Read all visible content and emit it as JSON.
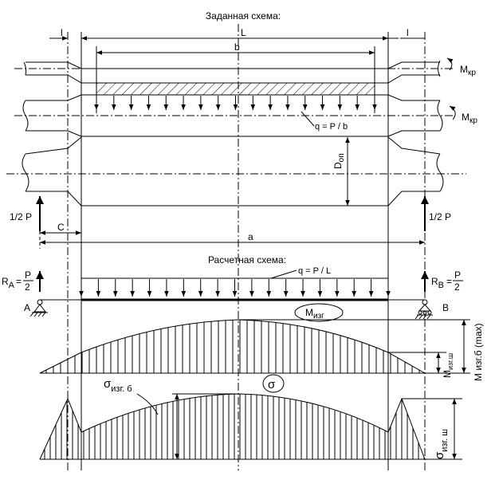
{
  "titles": {
    "given_scheme": "Заданная схема:",
    "design_scheme": "Расчетная схема:"
  },
  "dimensions": {
    "l": "l",
    "L": "L",
    "b": "b",
    "D": "D",
    "D_sub": "оп",
    "C": "C",
    "a": "a"
  },
  "loads": {
    "q_given": "q = P / b",
    "q_design": "q = P / L",
    "half_p": "1/2 P",
    "M": "M",
    "M_sub": "кр"
  },
  "reactions": {
    "R": "R",
    "A": "A",
    "B": "B",
    "eq": "=",
    "P": "P",
    "two": "2"
  },
  "moment": {
    "M": "M",
    "izg": "изг",
    "sh": "изг.ш",
    "max_label": "M изг.б (max)"
  },
  "stress": {
    "sigma": "σ",
    "sigma_b_sub": "изг. б",
    "sigma_sh_sub": "изг. ш"
  }
}
